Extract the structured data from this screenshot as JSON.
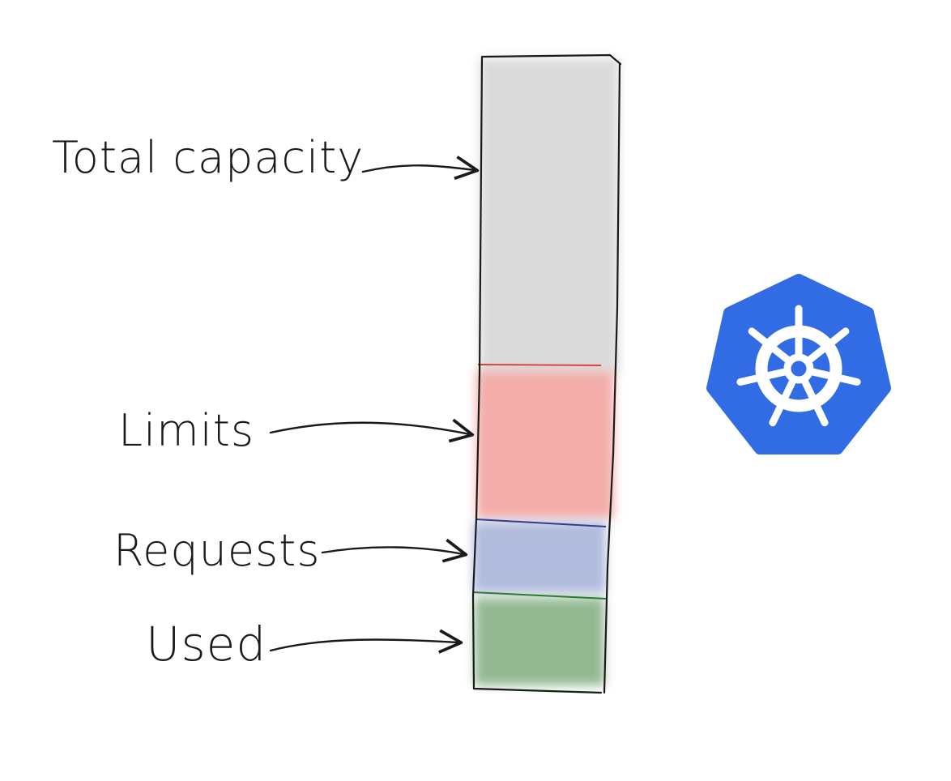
{
  "diagram": {
    "labels": {
      "total_capacity": "Total capacity",
      "limits": "Limits",
      "requests": "Requests",
      "used": "Used"
    },
    "segment_colors": {
      "total_capacity": "#d9d9d9",
      "limits": "#f2a9a5",
      "requests": "#adb8dc",
      "used": "#8fb58d",
      "limits_line": "#d9453c",
      "requests_line": "#2f3f8f",
      "used_line": "#2d7a34"
    },
    "logo": {
      "name": "kubernetes-logo",
      "color": "#326ce5"
    }
  }
}
